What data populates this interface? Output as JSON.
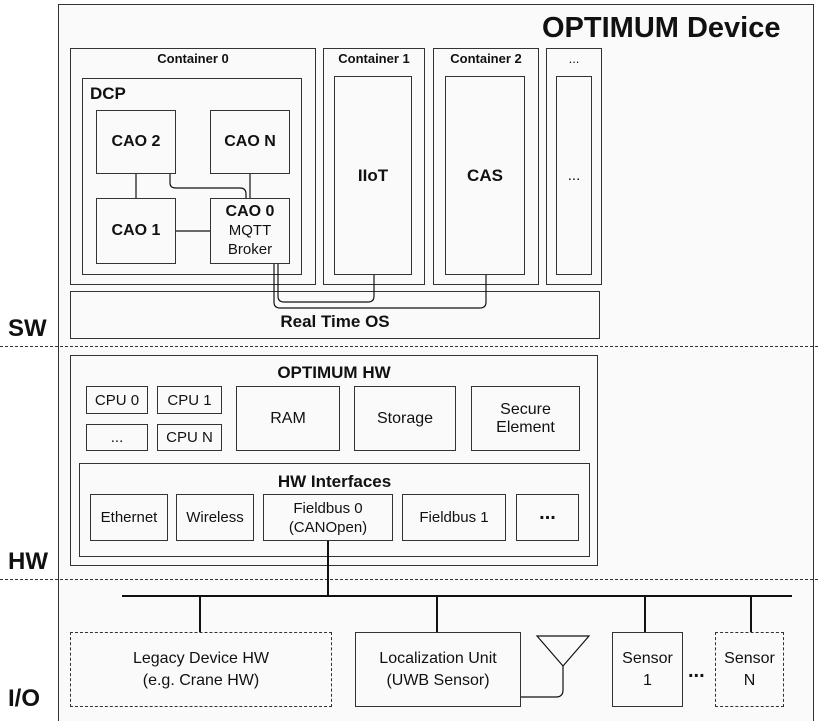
{
  "device_title": "OPTIMUM Device",
  "layers": {
    "sw": "SW",
    "hw": "HW",
    "io": "I/O"
  },
  "software": {
    "container0": {
      "title": "Container 0",
      "dcp": {
        "label": "DCP",
        "cao2": "CAO 2",
        "caoN": "CAO N",
        "cao1": "CAO 1",
        "cao0": {
          "title": "CAO 0",
          "subtitle": "MQTT\nBroker"
        }
      }
    },
    "container1": {
      "title": "Container 1",
      "app": "IIoT"
    },
    "container2": {
      "title": "Container 2",
      "app": "CAS"
    },
    "container_more": {
      "title": "...",
      "app": "..."
    },
    "rtos": "Real Time OS"
  },
  "hardware": {
    "title": "OPTIMUM HW",
    "cpus": [
      "CPU 0",
      "CPU 1",
      "...",
      "CPU N"
    ],
    "ram": "RAM",
    "storage": "Storage",
    "secure_element": "Secure\nElement",
    "interfaces": {
      "title": "HW Interfaces",
      "ethernet": "Ethernet",
      "wireless": "Wireless",
      "fieldbus0": "Fieldbus 0\n(CANOpen)",
      "fieldbus1": "Fieldbus 1",
      "more": "..."
    }
  },
  "io": {
    "legacy": "Legacy Device HW\n(e.g. Crane HW)",
    "localization": "Localization Unit\n(UWB Sensor)",
    "sensor1": "Sensor\n1",
    "ellipsis": "...",
    "sensorN": "Sensor\nN"
  }
}
